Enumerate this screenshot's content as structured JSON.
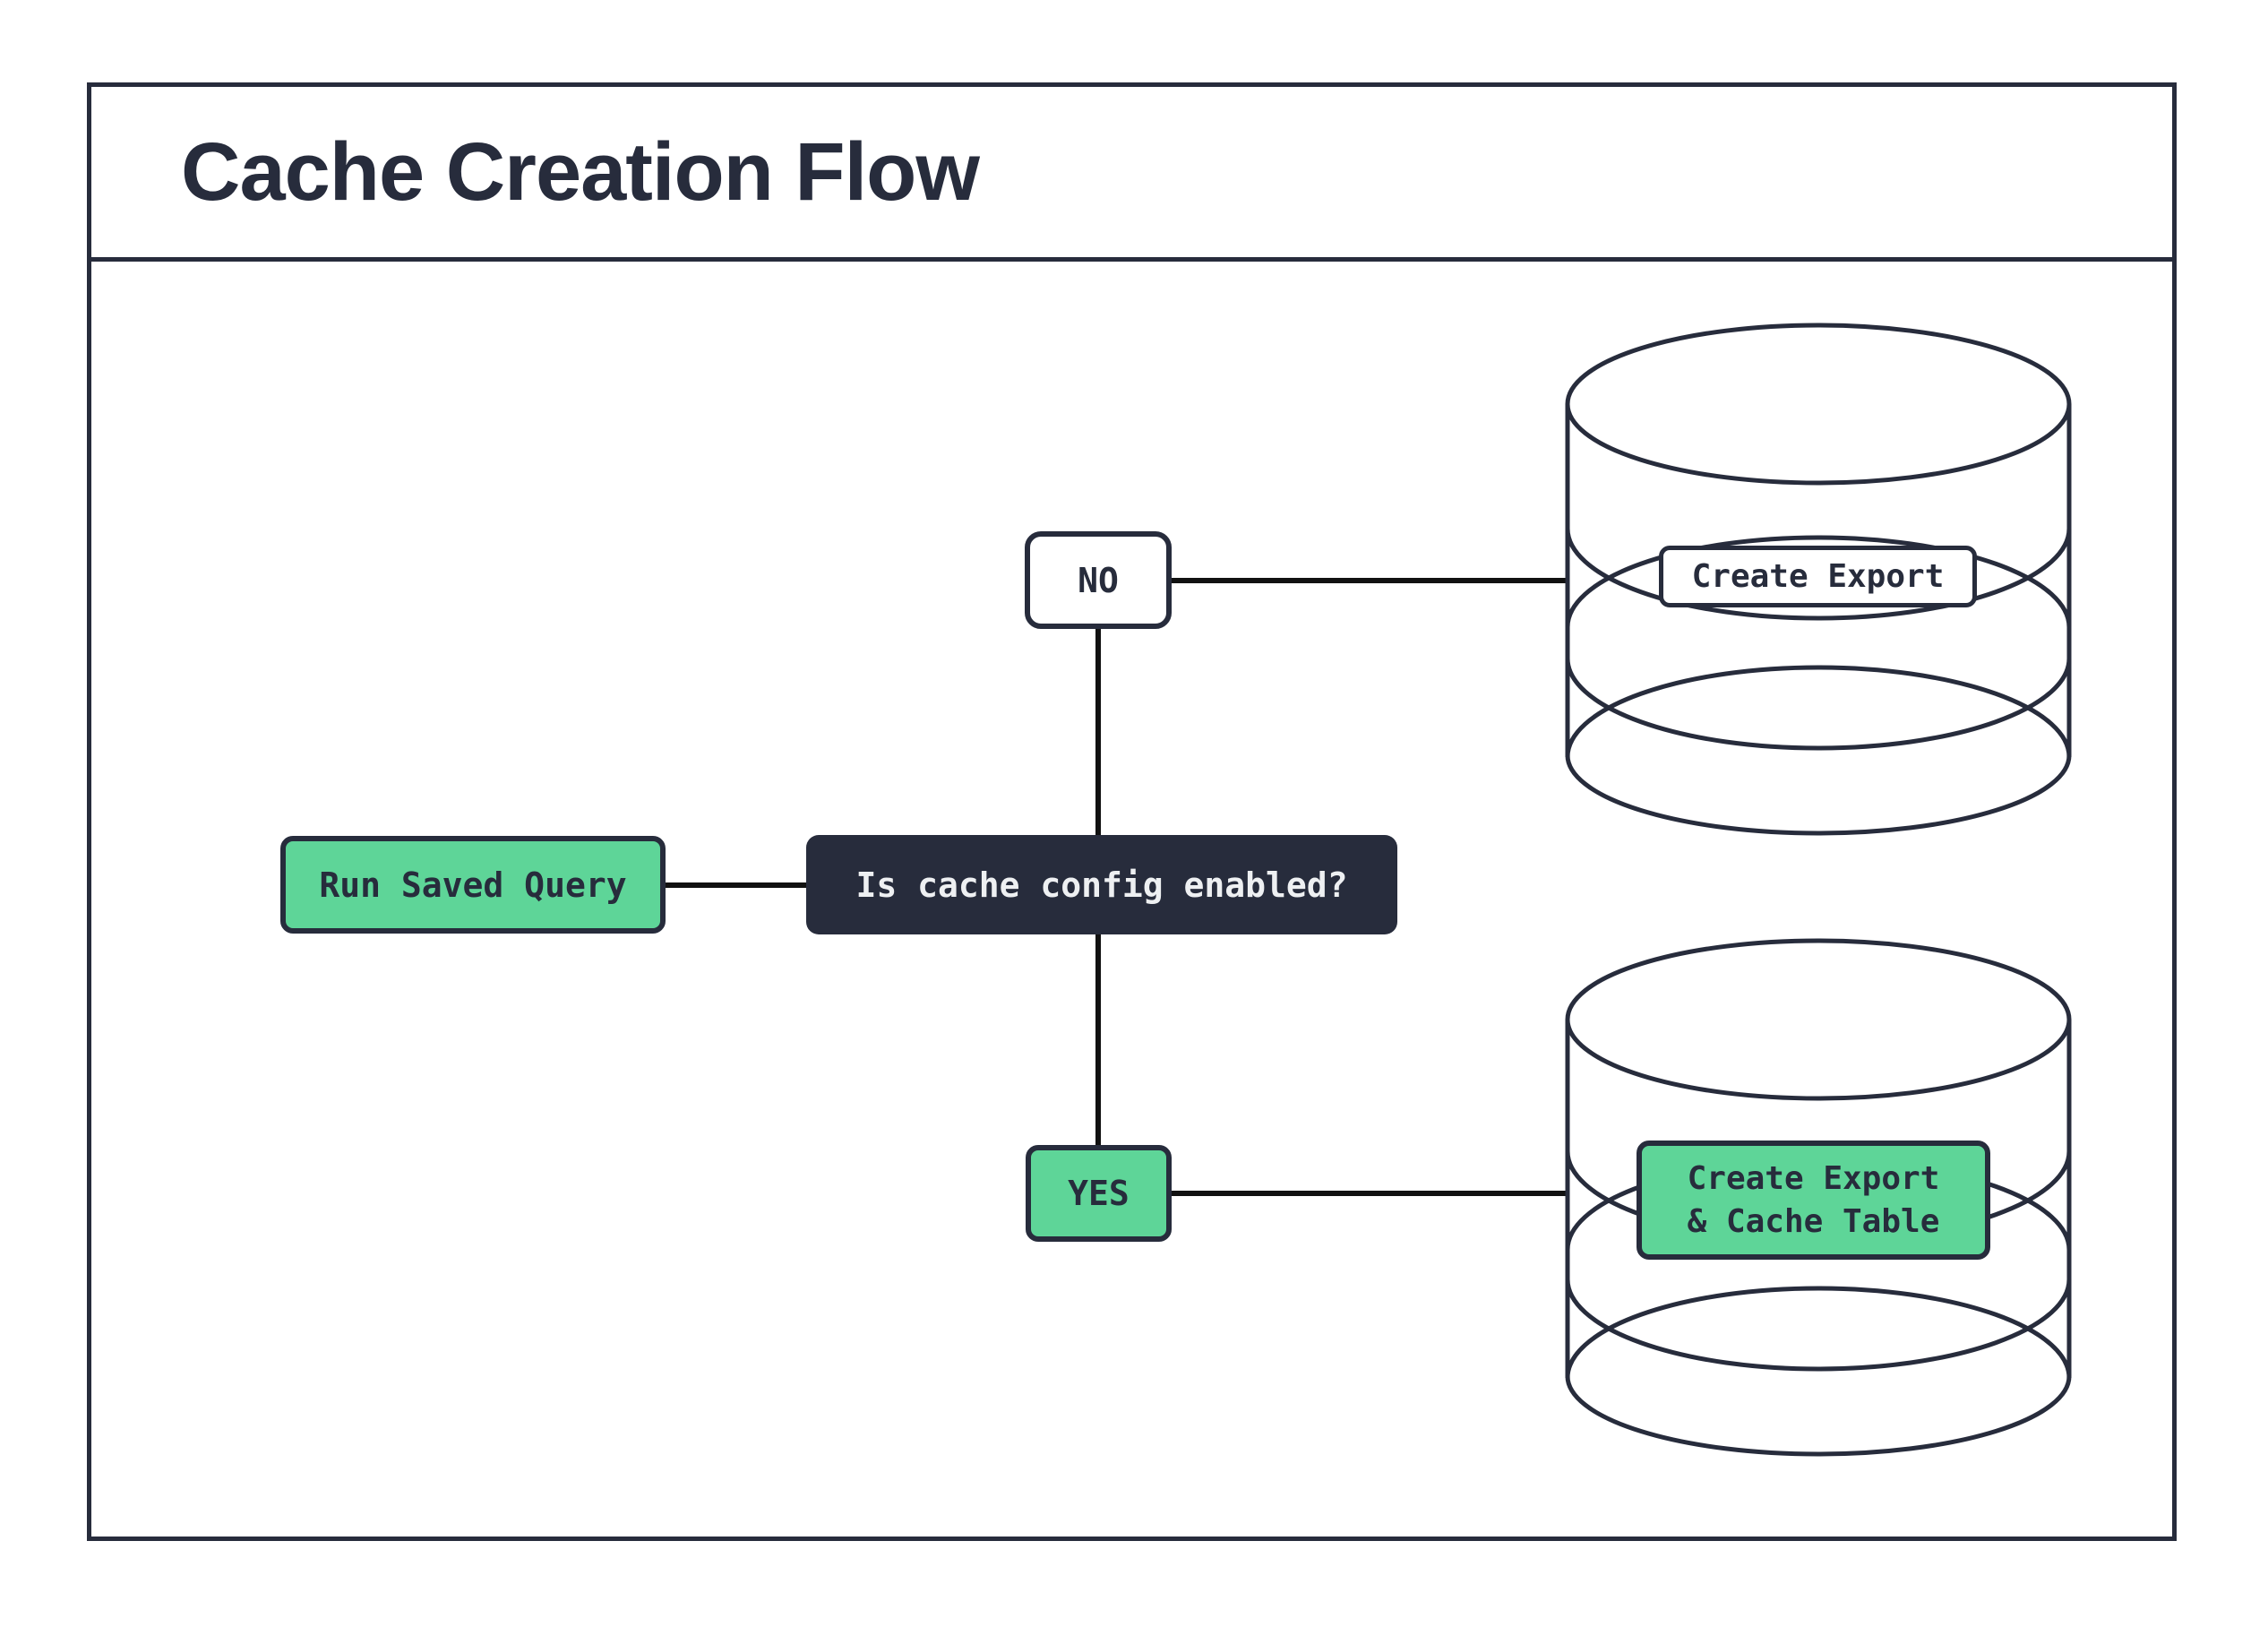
{
  "title": "Cache Creation Flow",
  "colors": {
    "navy": "#272c3c",
    "green": "#5ed598",
    "white": "#ffffff",
    "question_text": "#eef0f2"
  },
  "nodes": {
    "run_saved_query": {
      "label": "Run Saved Query"
    },
    "question": {
      "label": "Is cache config enabled?"
    },
    "no_branch": {
      "label": "NO"
    },
    "yes_branch": {
      "label": "YES"
    },
    "export_db": {
      "label": "Create Export"
    },
    "export_cache_db": {
      "label": "Create Export\n& Cache Table"
    }
  }
}
